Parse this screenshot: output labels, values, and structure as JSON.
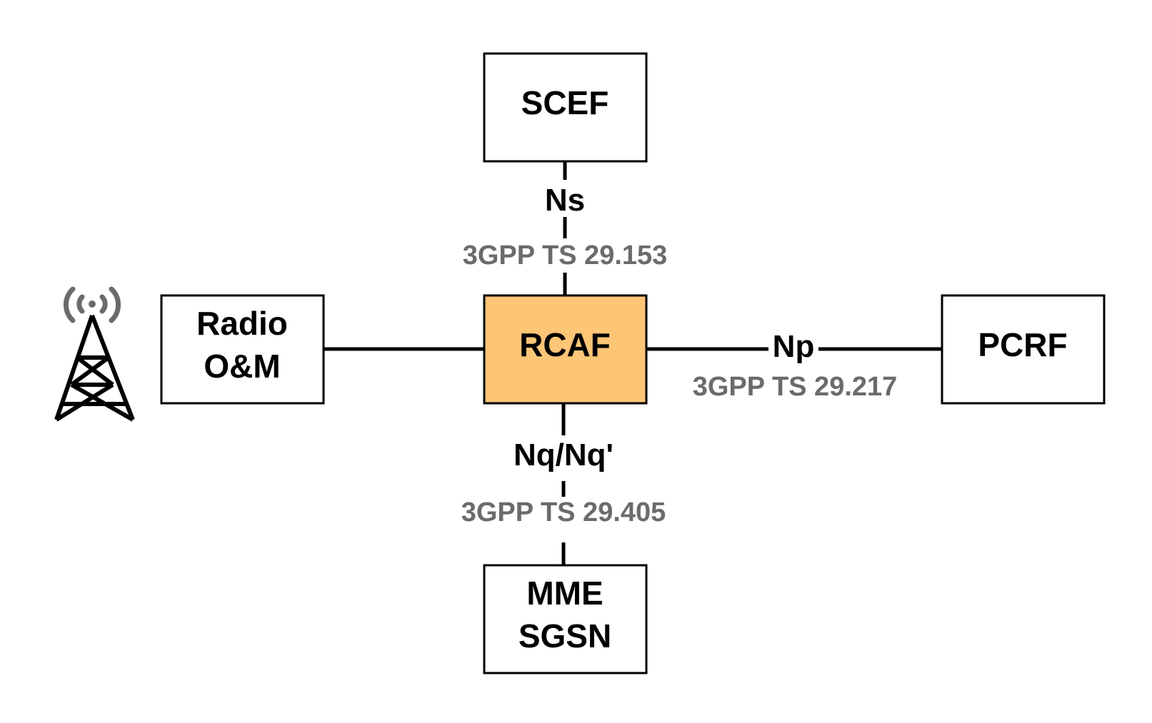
{
  "nodes": {
    "scef": {
      "label": "SCEF"
    },
    "radio_om": {
      "line1": "Radio",
      "line2": "O&M"
    },
    "rcaf": {
      "label": "RCAF"
    },
    "pcrf": {
      "label": "PCRF"
    },
    "mme_sgsn": {
      "line1": "MME",
      "line2": "SGSN"
    }
  },
  "interfaces": {
    "ns": {
      "label": "Ns",
      "spec": "3GPP TS 29.153"
    },
    "np": {
      "label": "Np",
      "spec": "3GPP TS 29.217"
    },
    "nq": {
      "label": "Nq/Nq'",
      "spec": "3GPP TS 29.405"
    }
  },
  "colors": {
    "core_fill": "#fdc576",
    "spec_text": "#6b6b6b",
    "antenna_waves": "#6b6b6b",
    "line": "#000000"
  },
  "icons": {
    "antenna": "radio-tower-icon"
  }
}
